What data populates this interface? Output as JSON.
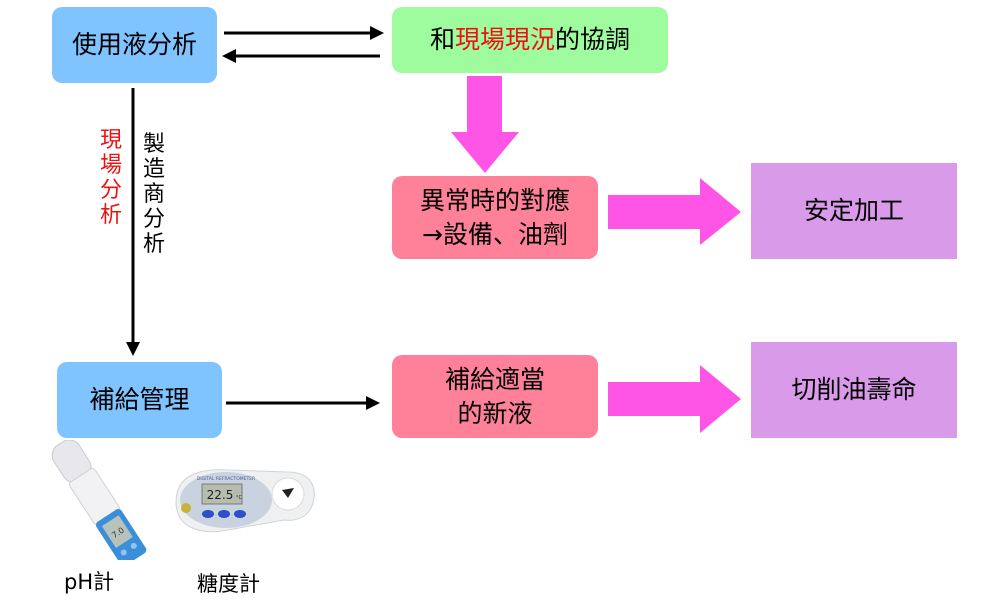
{
  "nodes": {
    "usage_analysis": "使用液分析",
    "coordination": {
      "prefix": "和",
      "highlight": "現場現況",
      "suffix": "的協調"
    },
    "abnormal_response": {
      "line1": "異常時的對應",
      "line2": "→設備、油劑"
    },
    "stable_processing": "安定加工",
    "supply_management": "補給管理",
    "proper_new_fluid": {
      "line1": "補給適當",
      "line2": "的新液"
    },
    "cutting_oil_life": "切削油壽命"
  },
  "side_labels": {
    "field_analysis": "現場分析",
    "manufacturer_analysis": "製造商分析"
  },
  "devices": {
    "ph_meter": {
      "caption": "pH計",
      "display": "7.0"
    },
    "refractometer": {
      "caption": "糖度計",
      "display": "22.5",
      "unit": "°C",
      "brand_text": "DIGITAL REFRACTOMETER"
    }
  },
  "colors": {
    "blue_box": "#7fc3ff",
    "green_box": "#9efc9e",
    "pink_box": "#ff8099",
    "purple_box": "#d99ae9",
    "magenta_arrow": "#ff55e6",
    "highlight_text": "#ee1111"
  }
}
